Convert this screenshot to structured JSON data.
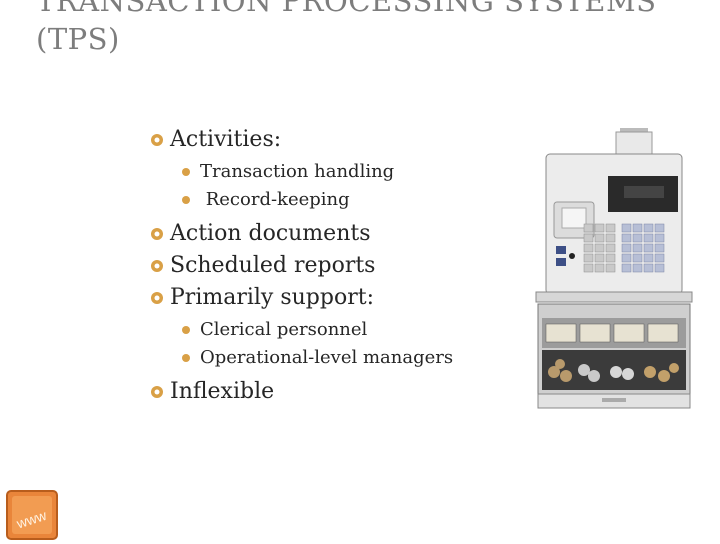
{
  "slide": {
    "title_line1": "TRANSACTION PROCESSING SYSTEMS",
    "title_line2": "(TPS)",
    "bullets": [
      {
        "label": "Activities:",
        "sub": [
          "Transaction handling",
          " Record-keeping"
        ]
      },
      {
        "label": "Action documents",
        "sub": []
      },
      {
        "label": "Scheduled reports",
        "sub": []
      },
      {
        "label": "Primarily support:",
        "sub": [
          "Clerical personnel",
          "Operational-level managers"
        ]
      },
      {
        "label": "Inflexible",
        "sub": []
      }
    ],
    "accent_color": "#d9a046",
    "icons": [
      "gear-bullet-icon",
      "cash-register-image",
      "www-button-icon"
    ],
    "www_label": "www"
  }
}
